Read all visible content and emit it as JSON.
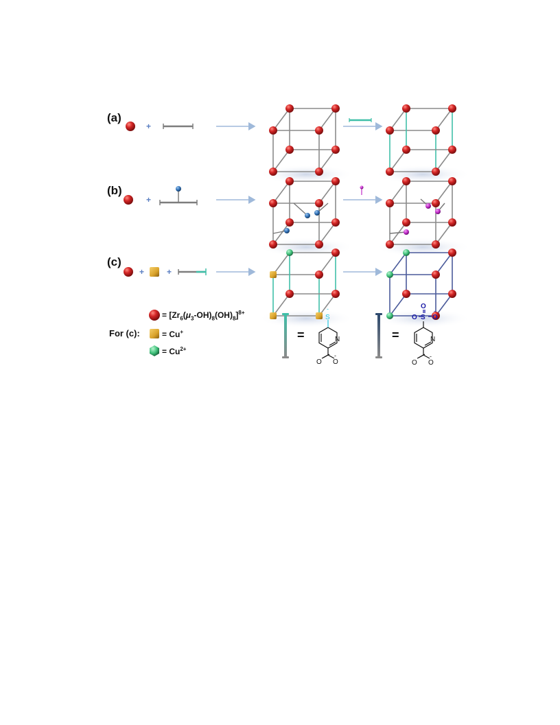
{
  "rows": [
    {
      "label": "(a)"
    },
    {
      "label": "(b)"
    },
    {
      "label": "(c)"
    }
  ],
  "plus_symbol": "+",
  "legend": {
    "zr_cluster": {
      "prefix": "= [Zr",
      "sub1": "6",
      "mid1": "(",
      "mu": "μ",
      "sub2": "3",
      "mid2": "-OH)",
      "sub3": "8",
      "mid3": "(OH)",
      "sub4": "8",
      "close": "]",
      "charge": "8+"
    },
    "for_c": "For (c):",
    "cu1": {
      "text": "= Cu",
      "charge": "+"
    },
    "cu2": {
      "text": "= Cu",
      "charge": "2+"
    }
  },
  "structures": {
    "equals": "=",
    "thiol": {
      "S": "S",
      "N": "N",
      "O": "O",
      "O_minus": "O"
    },
    "sulfonate": {
      "S": "S",
      "O_top": "O",
      "O_left": "O",
      "O_right": "O",
      "N": "N",
      "O": "O",
      "O_minus": "O"
    },
    "minus": "-"
  },
  "colors": {
    "node_red": "#d42626",
    "linker_gray": "#8a8a8a",
    "teal": "#3fbfa8",
    "blue_pendant": "#2f6fb5",
    "magenta_pendant": "#c02ac8",
    "cu_plus": "#d9a22a",
    "cu_2plus": "#3fc07a",
    "arrow": "#9fb9da",
    "sulfur_cyan": "#25c6e0",
    "sulfonate_blue": "#1a1aa6"
  }
}
